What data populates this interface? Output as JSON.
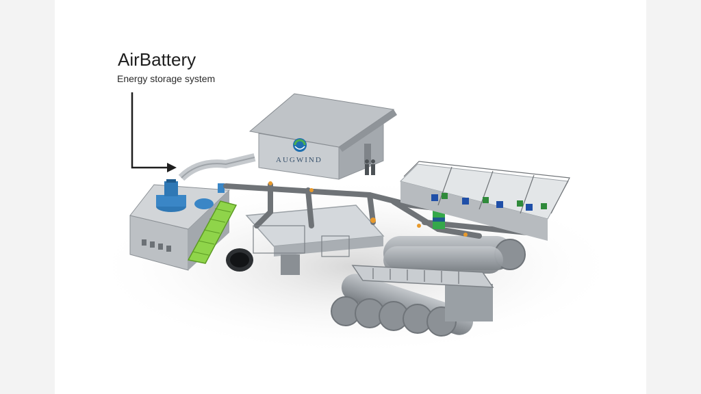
{
  "diagram": {
    "title": "AirBattery",
    "subtitle": "Energy storage system",
    "brand_name": "AUGWIND"
  },
  "colors": {
    "background_side": "#f3f3f3",
    "panel": "#ffffff",
    "building": "#a8acb0",
    "pipe": "#6f7377",
    "tank": "#9ea3a8",
    "conveyor_green": "#8fd44a",
    "turbine_blue": "#3a86c6",
    "logo_green": "#4caf50",
    "logo_blue": "#1e6fb0"
  },
  "icons": [
    "arrow-pointer",
    "augwind-logo-icon"
  ]
}
